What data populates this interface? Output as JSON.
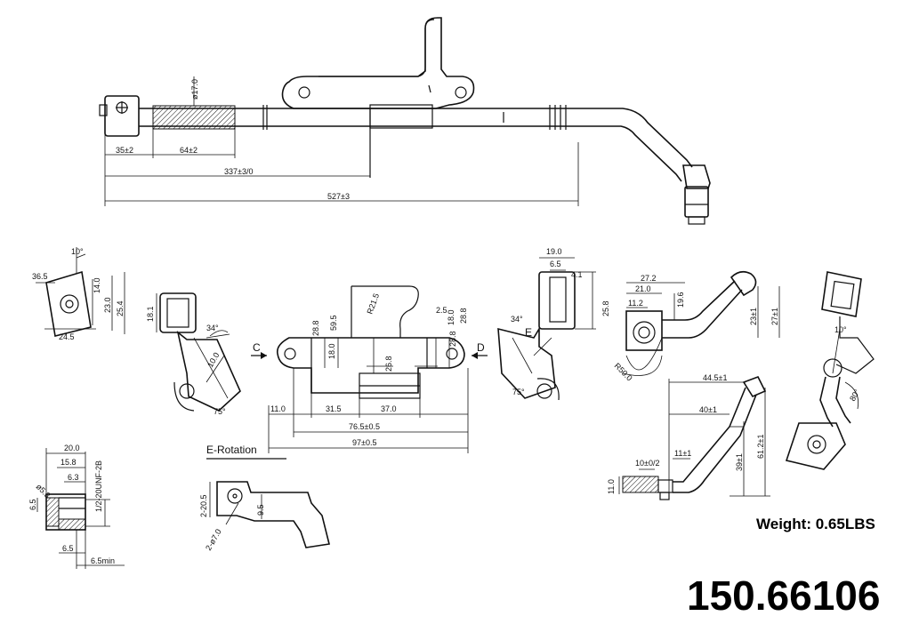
{
  "weight_label": "Weight: 0.65LBS",
  "part_number": "150.66106",
  "main_view": {
    "dims": [
      "35±2",
      "64±2",
      "337±3/0",
      "527±3",
      "ø17.0"
    ]
  },
  "views": {
    "c_label": "C",
    "d_label": "D",
    "e_label": "E",
    "e_rotation": "E-Rotation",
    "bracket_dims": [
      "28.8",
      "59.5",
      "R21.5",
      "2.5",
      "18.0",
      "28.8",
      "18.0",
      "28.8",
      "26.8",
      "11.0",
      "31.5",
      "37.0",
      "76.5±0.5",
      "97±0.5"
    ],
    "fitting_dims": [
      "10°",
      "36.5",
      "14.0",
      "23.0",
      "25.4",
      "24.5"
    ],
    "clip_left_dims": [
      "18.1",
      "34°",
      "10.0",
      "75°"
    ],
    "clip_right_dims": [
      "19.0",
      "6.5",
      "4.1",
      "25.8",
      "34°",
      "75°"
    ],
    "tube_top_dims": [
      "27.2",
      "21.0",
      "11.2",
      "19.6",
      "23±1",
      "27±1",
      "R50.0"
    ],
    "tube_side_dims": [
      "44.5±1",
      "40±1",
      "11±1",
      "10±0/2",
      "11.0",
      "39±1",
      "61.2±1"
    ],
    "tube_end_dims": [
      "10°",
      "80°"
    ],
    "flare_dims": [
      "20.0",
      "15.8",
      "ø5.3",
      "6.3",
      "6.5",
      "1/2-20UNF-2B",
      "6.5",
      "6.5min"
    ],
    "erot_dims": [
      "2-20.5",
      "2-ø7.0",
      "9.5"
    ]
  }
}
